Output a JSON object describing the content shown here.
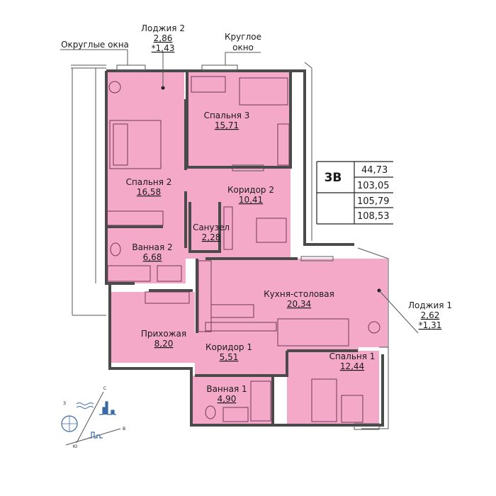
{
  "rooms": {
    "bedroom3": {
      "name": "Спальня 3",
      "area": "15,71"
    },
    "bedroom2": {
      "name": "Спальня 2",
      "area": "16,58"
    },
    "corridor2": {
      "name": "Коридор 2",
      "area": "10,41"
    },
    "wc": {
      "name": "Санузел",
      "area": "2,28"
    },
    "bath2": {
      "name": "Ванная 2",
      "area": "6,68"
    },
    "kitchen": {
      "name": "Кухня-столовая",
      "area": "20,34"
    },
    "hall": {
      "name": "Прихожая",
      "area": "8,20"
    },
    "corridor1": {
      "name": "Коридор 1",
      "area": "5,51"
    },
    "bedroom1": {
      "name": "Спальня 1",
      "area": "12,44"
    },
    "bath1": {
      "name": "Ванная 1",
      "area": "4,90"
    }
  },
  "loggia2": {
    "name": "Лоджия 2",
    "area": "2,86",
    "reduced": "*1,43"
  },
  "loggia1": {
    "name": "Лоджия 1",
    "area": "2,62",
    "reduced": "*1,31"
  },
  "notes": {
    "rounded_windows": "Округлые окна",
    "round_window_1": "Круглое",
    "round_window_2": "окно"
  },
  "summary": {
    "type": "3В",
    "values": [
      "44,73",
      "103,05",
      "105,79",
      "108,53"
    ]
  },
  "compass": {
    "n": "С",
    "s": "Ю",
    "e": "В",
    "w": "З"
  },
  "colors": {
    "room": "#f4a9c9",
    "wall": "#4a4a4a"
  }
}
